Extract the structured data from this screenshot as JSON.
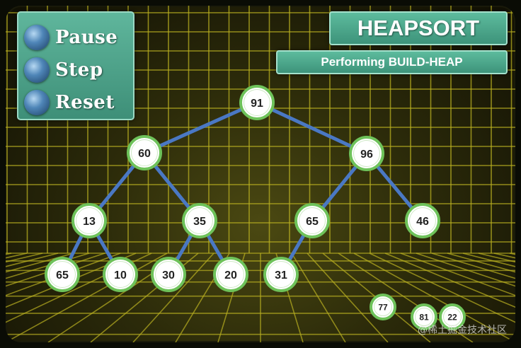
{
  "controls": {
    "pause_label": "Pause",
    "step_label": "Step",
    "reset_label": "Reset"
  },
  "header": {
    "title": "HEAPSORT",
    "status": "Performing BUILD-HEAP"
  },
  "tree": {
    "nodes": [
      {
        "id": "n91",
        "value": "91"
      },
      {
        "id": "n60",
        "value": "60"
      },
      {
        "id": "n96",
        "value": "96"
      },
      {
        "id": "n13",
        "value": "13"
      },
      {
        "id": "n35",
        "value": "35"
      },
      {
        "id": "n65a",
        "value": "65"
      },
      {
        "id": "n46",
        "value": "46"
      },
      {
        "id": "n65b",
        "value": "65"
      },
      {
        "id": "n10",
        "value": "10"
      },
      {
        "id": "n30",
        "value": "30"
      },
      {
        "id": "n20",
        "value": "20"
      },
      {
        "id": "n31",
        "value": "31"
      }
    ],
    "edges": [
      [
        "n91",
        "n60"
      ],
      [
        "n91",
        "n96"
      ],
      [
        "n60",
        "n13"
      ],
      [
        "n60",
        "n35"
      ],
      [
        "n96",
        "n65a"
      ],
      [
        "n96",
        "n46"
      ],
      [
        "n13",
        "n65b"
      ],
      [
        "n13",
        "n10"
      ],
      [
        "n35",
        "n30"
      ],
      [
        "n35",
        "n20"
      ],
      [
        "n65a",
        "n31"
      ]
    ],
    "pending": [
      {
        "id": "p77",
        "value": "77"
      },
      {
        "id": "p81",
        "value": "81"
      },
      {
        "id": "p22",
        "value": "22"
      }
    ]
  },
  "colors": {
    "node_fill": "#ffffff",
    "node_ring": "#6ec25a",
    "edge": "#4a78c4",
    "grid": "#b9b021",
    "panel": "#4ea58a"
  },
  "icons": {
    "control_orb": "blue-sphere-icon"
  },
  "watermark": "@稀土掘金技术社区"
}
